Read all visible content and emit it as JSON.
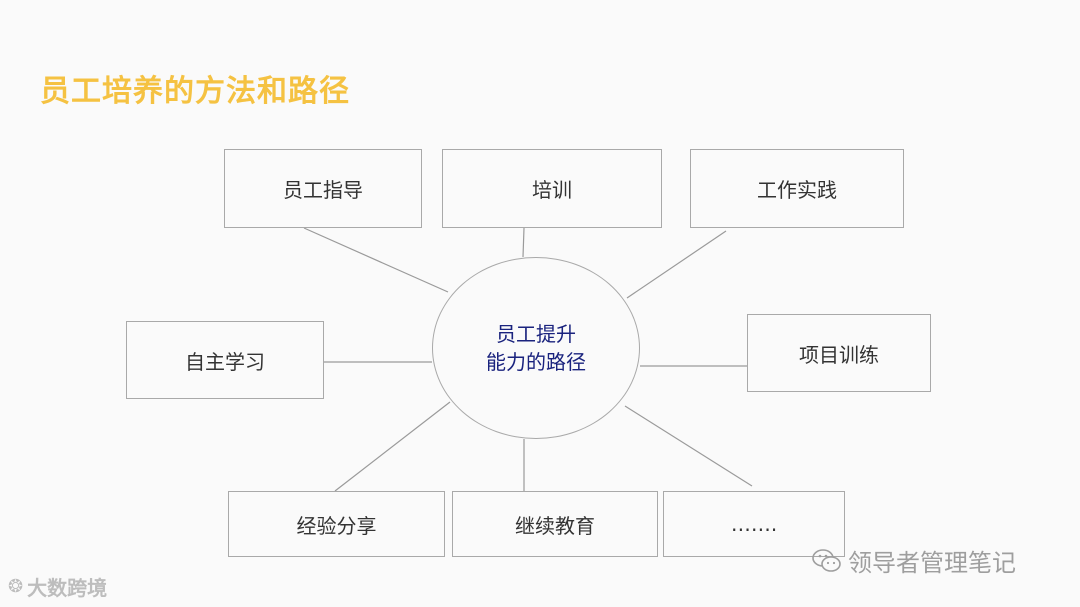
{
  "title": "员工培养的方法和路径",
  "diagram": {
    "center": {
      "line1": "员工提升",
      "line2": "能力的路径"
    },
    "nodes": [
      {
        "id": "guidance",
        "label": "员工指导"
      },
      {
        "id": "training",
        "label": "培训"
      },
      {
        "id": "practice",
        "label": "工作实践"
      },
      {
        "id": "self-learning",
        "label": "自主学习"
      },
      {
        "id": "project",
        "label": "项目训练"
      },
      {
        "id": "experience",
        "label": "经验分享"
      },
      {
        "id": "education",
        "label": "继续教育"
      },
      {
        "id": "more",
        "label": "……."
      }
    ]
  },
  "watermarks": {
    "left": "大数跨境",
    "right": "领导者管理笔记"
  },
  "colors": {
    "title": "#F5C242",
    "center_text": "#1a237e",
    "border": "#a9a9a9",
    "watermark": "#bdbdbd"
  }
}
